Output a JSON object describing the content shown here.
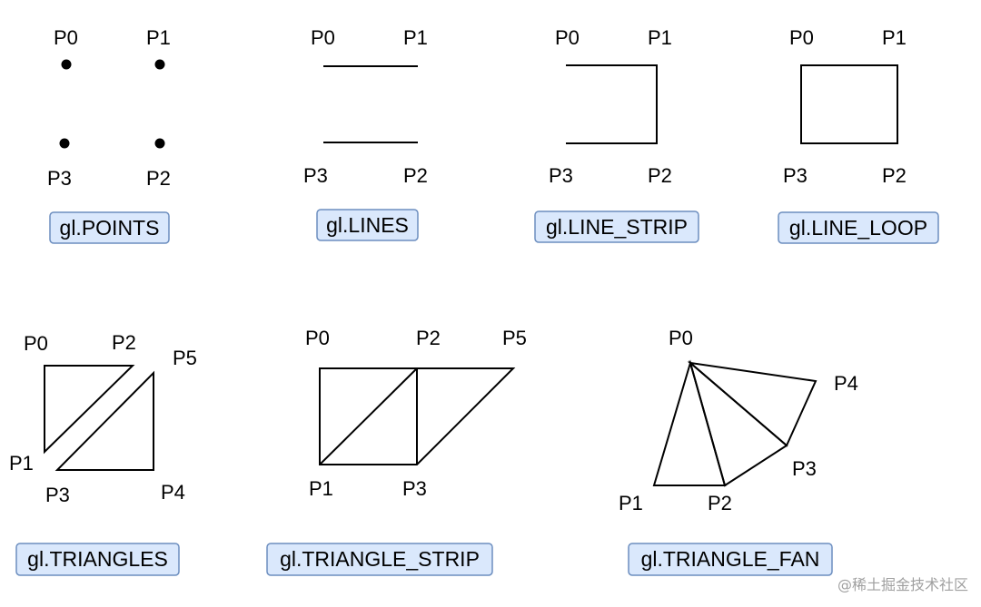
{
  "panels": {
    "points": {
      "caption": "gl.POINTS",
      "labels": [
        "P0",
        "P1",
        "P2",
        "P3"
      ]
    },
    "lines": {
      "caption": "gl.LINES",
      "labels": [
        "P0",
        "P1",
        "P2",
        "P3"
      ]
    },
    "line_strip": {
      "caption": "gl.LINE_STRIP",
      "labels": [
        "P0",
        "P1",
        "P2",
        "P3"
      ]
    },
    "line_loop": {
      "caption": "gl.LINE_LOOP",
      "labels": [
        "P0",
        "P1",
        "P2",
        "P3"
      ]
    },
    "triangles": {
      "caption": "gl.TRIANGLES",
      "labels": [
        "P0",
        "P1",
        "P2",
        "P3",
        "P4",
        "P5"
      ]
    },
    "triangle_strip": {
      "caption": "gl.TRIANGLE_STRIP",
      "labels": [
        "P0",
        "P1",
        "P2",
        "P3",
        "P5"
      ]
    },
    "triangle_fan": {
      "caption": "gl.TRIANGLE_FAN",
      "labels": [
        "P0",
        "P1",
        "P2",
        "P3",
        "P4"
      ]
    }
  },
  "watermark": "@稀土掘金技术社区",
  "colors": {
    "caption_fill": "#dae8fc",
    "caption_stroke": "#6c8ebf"
  }
}
